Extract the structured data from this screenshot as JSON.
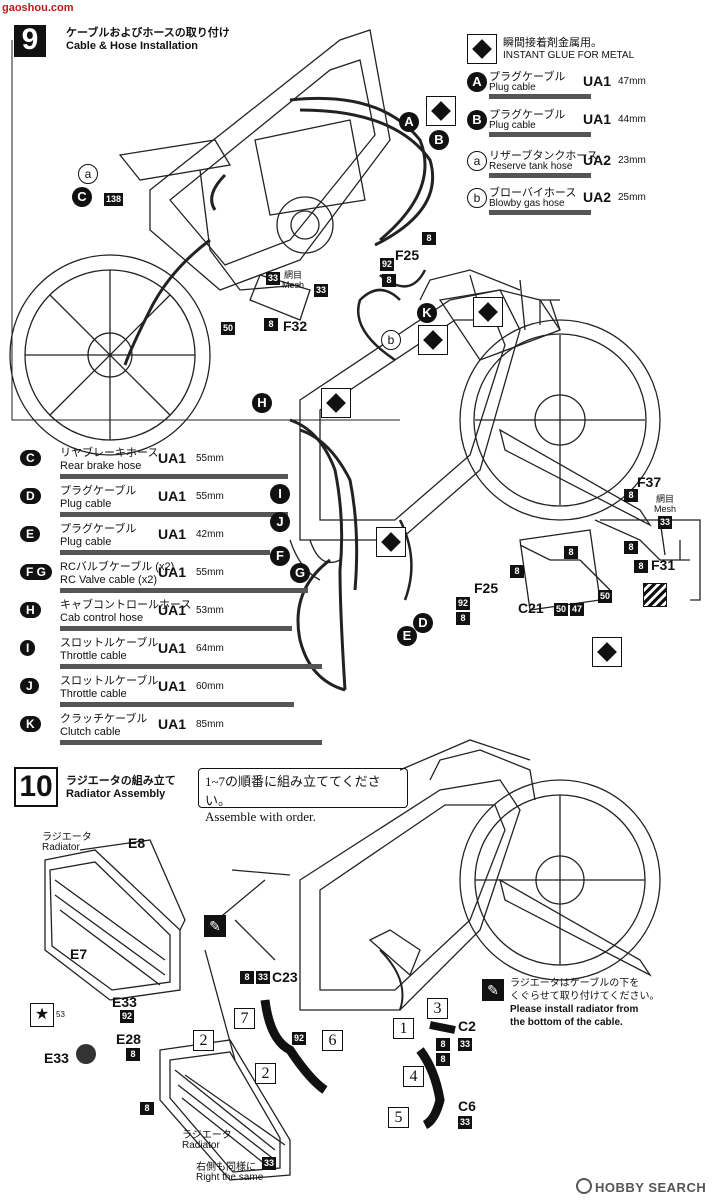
{
  "watermark_top": "gaoshou.com",
  "step9": {
    "num": "9",
    "title_jp": "ケーブルおよびホースの取り付け",
    "title_en": "Cable & Hose Installation"
  },
  "glue_note": {
    "jp": "瞬間接着剤金属用。",
    "en": "INSTANT GLUE  FOR METAL"
  },
  "right_parts": [
    {
      "sym": "A",
      "style": "filled",
      "jp": "プラグケーブル",
      "en": "Plug cable",
      "code": "UA1",
      "mm": "47mm"
    },
    {
      "sym": "B",
      "style": "filled",
      "jp": "プラグケーブル",
      "en": "Plug cable",
      "code": "UA1",
      "mm": "44mm"
    },
    {
      "sym": "a",
      "style": "outline",
      "jp": "リザーブタンクホース",
      "en": "Reserve tank hose",
      "code": "UA2",
      "mm": "23mm"
    },
    {
      "sym": "b",
      "style": "outline",
      "jp": "ブローバイホース",
      "en": "Blowby gas hose",
      "code": "UA2",
      "mm": "25mm"
    }
  ],
  "left_parts": [
    {
      "sym": "C",
      "jp": "リヤブレーキホース",
      "en": "Rear brake hose",
      "code": "UA1",
      "mm": "55mm"
    },
    {
      "sym": "D",
      "jp": "プラグケーブル",
      "en": "Plug cable",
      "code": "UA1",
      "mm": "55mm"
    },
    {
      "sym": "E",
      "jp": "プラグケーブル",
      "en": "Plug cable",
      "code": "UA1",
      "mm": "42mm"
    },
    {
      "sym": "F G",
      "jp": "RCバルブケーブル (x2)",
      "en": "RC Valve cable (x2)",
      "code": "UA1",
      "mm": "55mm"
    },
    {
      "sym": "H",
      "jp": "キャブコントロールホース",
      "en": "Cab control hose",
      "code": "UA1",
      "mm": "53mm"
    },
    {
      "sym": "I",
      "jp": "スロットルケーブル",
      "en": "Throttle cable",
      "code": "UA1",
      "mm": "64mm"
    },
    {
      "sym": "J",
      "jp": "スロットルケーブル",
      "en": "Throttle cable",
      "code": "UA1",
      "mm": "60mm"
    },
    {
      "sym": "K",
      "jp": "クラッチケーブル",
      "en": "Clutch cable",
      "code": "UA1",
      "mm": "85mm"
    }
  ],
  "step9_labels": {
    "a": "a",
    "num138": "138",
    "C": "C",
    "A": "A",
    "B": "B",
    "F25a": "F25",
    "num92a": "92",
    "num8a": "8",
    "num8b": "8",
    "num8c": "8",
    "num33a": "33",
    "num33b": "33",
    "mesh_jp": "網目",
    "mesh_en": "Mesh",
    "num50a": "50",
    "num8d": "8",
    "F32": "F32",
    "K": "K",
    "b": "b",
    "H": "H",
    "I": "I",
    "J": "J",
    "F": "F",
    "G": "G",
    "E": "E",
    "D": "D",
    "F25b": "F25",
    "num92b": "92",
    "num8e": "8",
    "num8f": "8",
    "C21": "C21",
    "num50b": "50",
    "num47": "47",
    "num50c": "50",
    "num8g": "8",
    "F37": "F37",
    "num8h": "8",
    "mesh2_jp": "網目",
    "mesh2_en": "Mesh",
    "num33c": "33",
    "num8i": "8",
    "num8j": "8",
    "F31": "F31"
  },
  "step10": {
    "num": "10",
    "title_jp": "ラジエータの組み立て",
    "title_en": "Radiator Assembly",
    "order_jp": "1~7の順番に組み立ててください。",
    "order_en": "Assemble with order."
  },
  "step10_labels": {
    "radiator_jp": "ラジエータ",
    "radiator_en": "Radiator",
    "E8": "E8",
    "E7": "E7",
    "num53": "53",
    "E33a": "E33",
    "num92": "92",
    "E33b": "E33",
    "E28": "E28",
    "num8a": "8",
    "C23": "C23",
    "num8b": "8",
    "num33a": "33",
    "num92b": "92",
    "n1": "1",
    "n2a": "2",
    "n2b": "2",
    "n3": "3",
    "n4": "4",
    "n5": "5",
    "n6": "6",
    "n7": "7",
    "C2": "C2",
    "num8c": "8",
    "num33b": "33",
    "C6": "C6",
    "num8d": "8",
    "num33c": "33",
    "num8e": "8",
    "radiator2_jp": "ラジエータ",
    "radiator2_en": "Radiator",
    "right_jp": "右側も同様に",
    "right_en": "Right the same",
    "num33d": "33"
  },
  "cable_note": {
    "jp1": "ラジエータはケーブルの下を",
    "jp2": "くぐらせて取り付けてください。",
    "en1": "Please install radiator from",
    "en2": "the bottom of the cable."
  },
  "footer_logo": "HOBBY SEARCH"
}
